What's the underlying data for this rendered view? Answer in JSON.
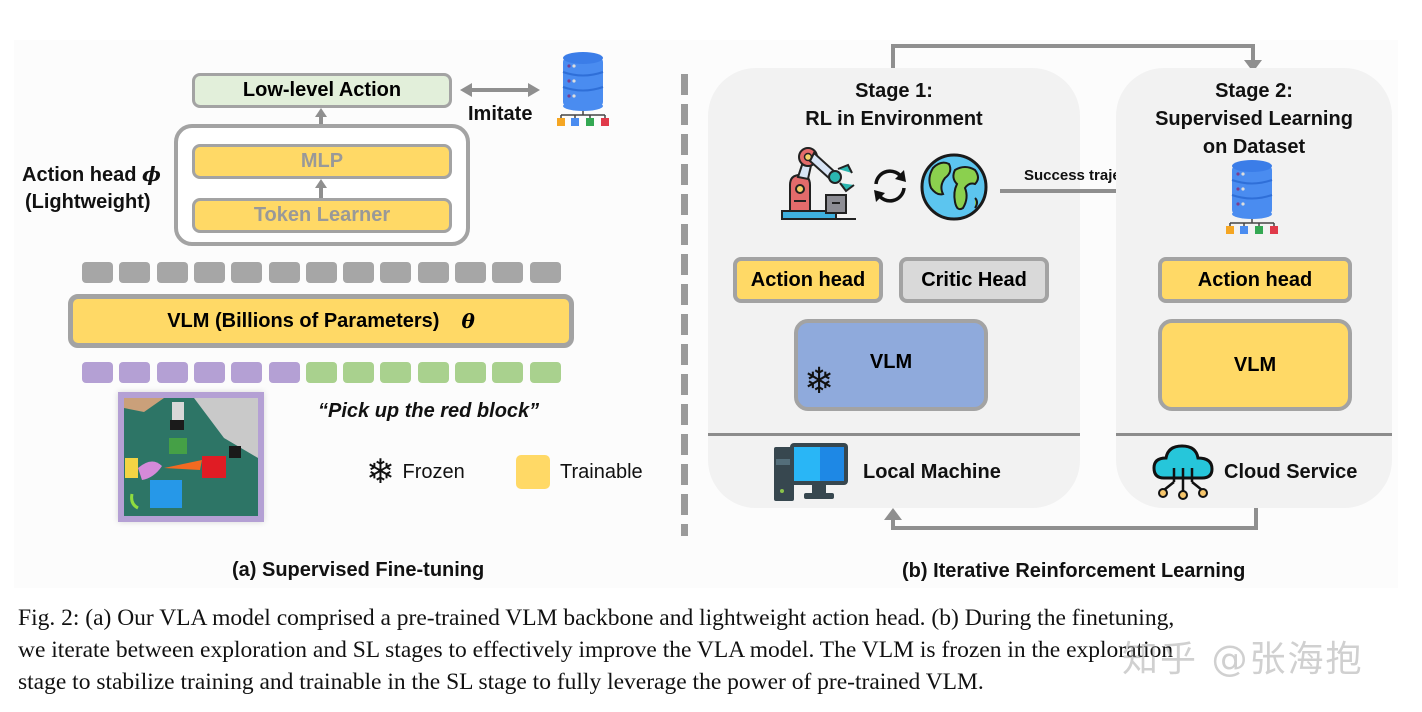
{
  "panel_a": {
    "low_level_action": "Low-level Action",
    "imitate": "Imitate",
    "action_head_label": "Action head",
    "action_head_symbol": "ϕ",
    "lightweight": "(Lightweight)",
    "mlp": "MLP",
    "token_learner": "Token Learner",
    "vlm_label": "VLM (Billions of Parameters)",
    "vlm_symbol": "θ",
    "instruction": "“Pick up the red block”",
    "legend": {
      "frozen": "Frozen",
      "trainable": "Trainable"
    },
    "subcaption": "(a) Supervised Fine-tuning",
    "token_counts": {
      "output_tokens": 13,
      "image_tokens": 6,
      "text_tokens": 7
    }
  },
  "panel_b": {
    "stage1": {
      "title_line1": "Stage 1:",
      "title_line2": "RL in Environment",
      "action_head": "Action head",
      "critic_head": "Critic Head",
      "vlm": "VLM",
      "machine": "Local Machine"
    },
    "stage2": {
      "title_line1": "Stage 2:",
      "title_line2": "Supervised Learning",
      "title_line3": "on Dataset",
      "action_head": "Action head",
      "vlm": "VLM",
      "machine": "Cloud Service"
    },
    "success_trajectories": "Success trajectories",
    "subcaption": "(b) Iterative Reinforcement Learning"
  },
  "colors": {
    "trainable": "#ffd966",
    "frozen_vlm": "#8faadc",
    "critic": "#d9d9d9",
    "action_green": "#e2efda",
    "token_gray": "#a6a6a6",
    "token_purple": "#b4a0d4",
    "token_green": "#a9d18e",
    "border": "#a3a3a3",
    "panel": "#f2f2f2"
  },
  "caption": {
    "lines": [
      "Fig. 2: (a) Our VLA model comprised a pre-trained VLM backbone and lightweight action head. (b) During the finetuning,",
      "we iterate between exploration and SL stages to effectively improve the VLA model. The VLM is frozen in the exploration",
      "stage to stabilize training and trainable in the SL stage to fully leverage the power of pre-trained VLM."
    ],
    "watermark": "知乎 @张海抱"
  }
}
